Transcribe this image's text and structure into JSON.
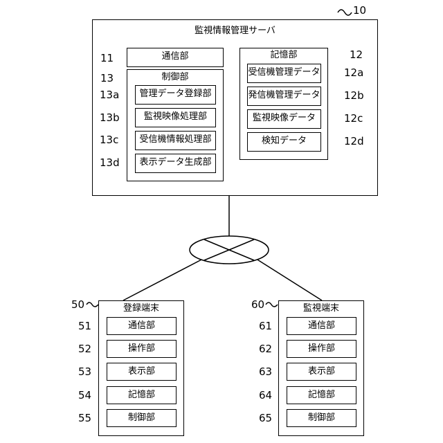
{
  "server": {
    "ref": "10",
    "title": "監視情報管理サーバ",
    "comm": {
      "ref": "11",
      "label": "通信部"
    },
    "control": {
      "ref": "13",
      "title": "制御部",
      "items": [
        {
          "ref": "13a",
          "label": "管理データ登録部"
        },
        {
          "ref": "13b",
          "label": "監視映像処理部"
        },
        {
          "ref": "13c",
          "label": "受信機情報処理部"
        },
        {
          "ref": "13d",
          "label": "表示データ生成部"
        }
      ]
    },
    "storage": {
      "ref": "12",
      "title": "記憶部",
      "items": [
        {
          "ref": "12a",
          "label": "受信機管理データ"
        },
        {
          "ref": "12b",
          "label": "発信機管理データ"
        },
        {
          "ref": "12c",
          "label": "監視映像データ"
        },
        {
          "ref": "12d",
          "label": "検知データ"
        }
      ]
    }
  },
  "registration_terminal": {
    "ref": "50",
    "title": "登録端末",
    "items": [
      {
        "ref": "51",
        "label": "通信部"
      },
      {
        "ref": "52",
        "label": "操作部"
      },
      {
        "ref": "53",
        "label": "表示部"
      },
      {
        "ref": "54",
        "label": "記憶部"
      },
      {
        "ref": "55",
        "label": "制御部"
      }
    ]
  },
  "monitoring_terminal": {
    "ref": "60",
    "title": "監視端末",
    "items": [
      {
        "ref": "61",
        "label": "通信部"
      },
      {
        "ref": "62",
        "label": "操作部"
      },
      {
        "ref": "63",
        "label": "表示部"
      },
      {
        "ref": "64",
        "label": "記憶部"
      },
      {
        "ref": "65",
        "label": "制御部"
      }
    ]
  }
}
